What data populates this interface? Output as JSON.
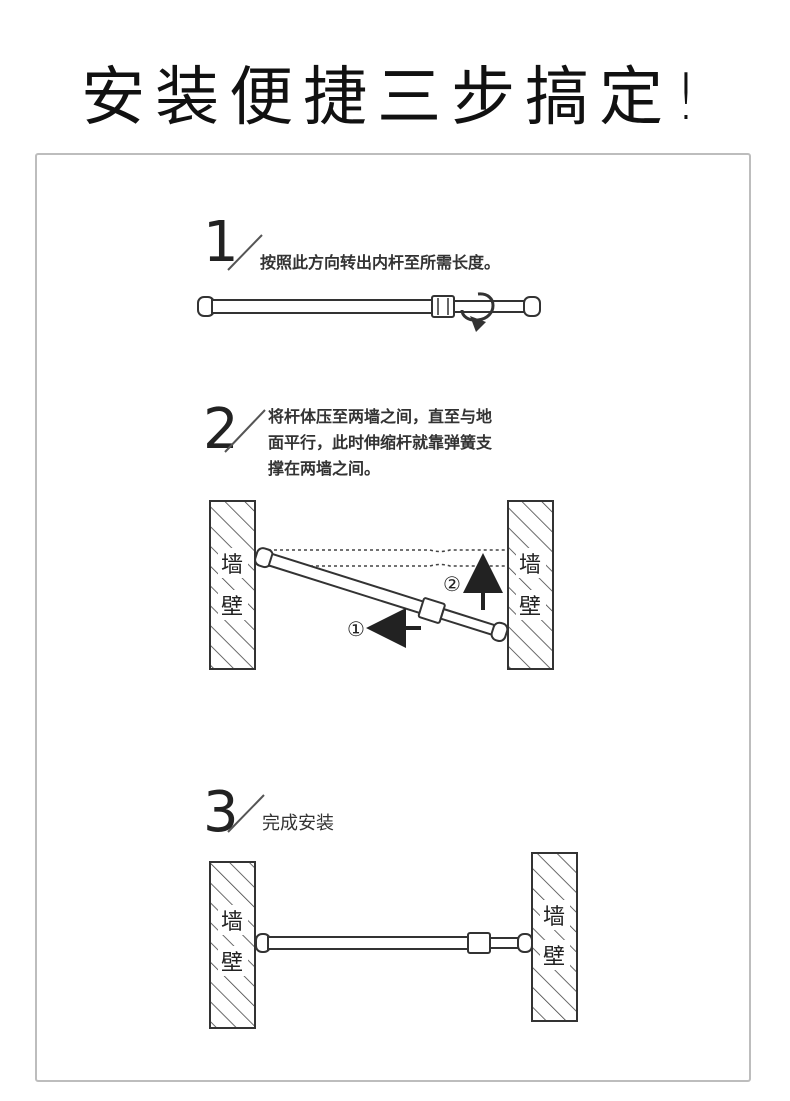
{
  "title": "安装便捷三步搞定!",
  "steps": [
    {
      "number": "1",
      "text": "按照此方向转出内杆至所需长度。"
    },
    {
      "number": "2",
      "lines": [
        "将杆体压至两墙之间，直至与地",
        "面平行，此时伸缩杆就靠弹簧支",
        "撑在两墙之间。"
      ]
    },
    {
      "number": "3",
      "text": "完成安装"
    }
  ],
  "wall_label": [
    "墙",
    "壁"
  ],
  "markers": {
    "one": "①",
    "two": "②"
  }
}
